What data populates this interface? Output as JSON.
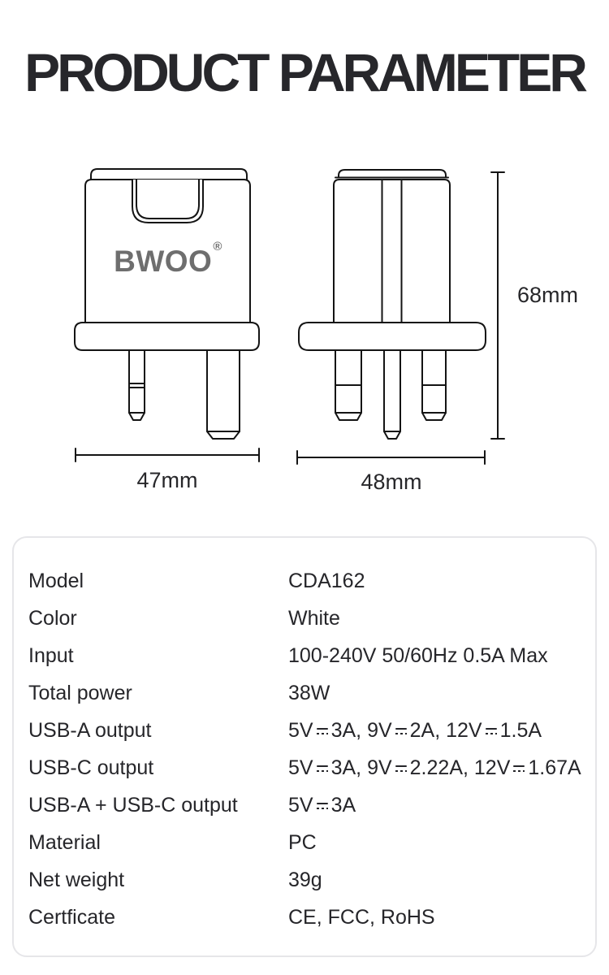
{
  "title": "PRODUCT PARAMETER",
  "drawings": {
    "front": {
      "logo": "BWOO",
      "logo_mark": "®",
      "width_label": "47mm"
    },
    "side": {
      "width_label": "48mm",
      "height_label": "68mm"
    }
  },
  "specs": {
    "rows": [
      {
        "label": "Model",
        "value": "CDA162"
      },
      {
        "label": "Color",
        "value": "White"
      },
      {
        "label": "Input",
        "value": "100-240V 50/60Hz 0.5A Max"
      },
      {
        "label": "Total power",
        "value": "38W"
      },
      {
        "label": "USB-A output",
        "value": "5V⎓3A, 9V⎓2A, 12V⎓1.5A"
      },
      {
        "label": "USB-C output",
        "value": "5V⎓3A, 9V⎓2.22A, 12V⎓1.67A"
      },
      {
        "label": "USB-A + USB-C output",
        "value": "5V⎓3A"
      },
      {
        "label": "Material",
        "value": "PC"
      },
      {
        "label": "Net weight",
        "value": "39g"
      },
      {
        "label": "Certficate",
        "value": "CE, FCC, RoHS"
      }
    ]
  },
  "colors": {
    "title_text": "#27272b",
    "line_art": "#141414",
    "logo_gray": "#6e6e6e",
    "card_border": "#e6e6e9",
    "body_text": "#26262a"
  }
}
